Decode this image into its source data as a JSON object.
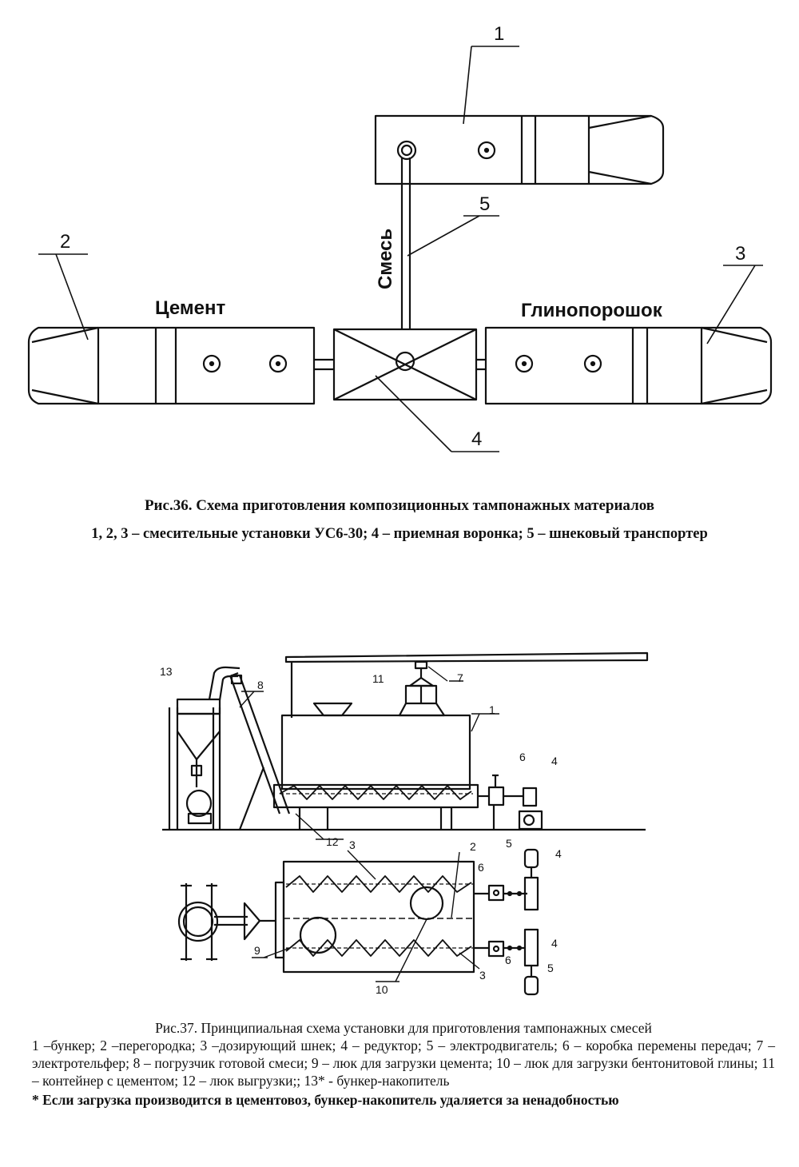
{
  "fig36": {
    "labels": {
      "cement": "Цемент",
      "clay_powder": "Глинопорошок",
      "mix": "Смесь",
      "n1": "1",
      "n2": "2",
      "n3": "3",
      "n4": "4",
      "n5": "5"
    },
    "caption_title": "Рис.36. Схема приготовления композиционных тампонажных материалов",
    "caption_legend": "1, 2, 3 – смесительные установки УС6-30; 4 – приемная воронка; 5 – шнековый транспортер"
  },
  "fig37": {
    "labels": {
      "n1": "1",
      "n2": "2",
      "n3a": "3",
      "n3b": "3",
      "n4a": "4",
      "n4b": "4",
      "n4c": "4",
      "n5a": "5",
      "n5b": "5",
      "n6a": "6",
      "n6b": "6",
      "n6c": "6",
      "n7": "7",
      "n8": "8",
      "n9": "9",
      "n10": "10",
      "n11": "11",
      "n12": "12",
      "n13": "13"
    },
    "caption_title": "Рис.37. Принципиальная схема установки для приготовления тампонажных смесей",
    "caption_legend": "1 –бункер; 2 –перегородка; 3 –дозирующий шнек; 4 – редуктор; 5 – электродвигатель; 6 – коробка перемены передач; 7 – электротельфер; 8 – погрузчик готовой смеси; 9 – люк для загрузки цемента; 10 – люк для загрузки бентонитовой глины; 11 – контейнер с цементом; 12 – люк выгрузки;; 13* - бункер-накопитель",
    "caption_note": "* Если загрузка производится в цементовоз, бункер-накопитель удаляется за ненадобностью"
  }
}
